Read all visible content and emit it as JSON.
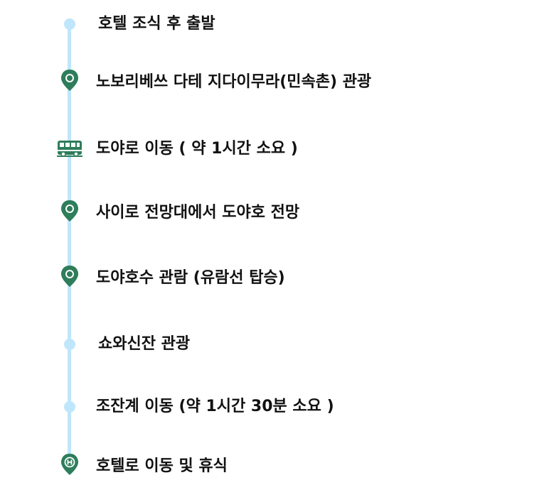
{
  "colors": {
    "rail": "#bfe6fb",
    "marker": "#2e7d5b",
    "text": "#111111"
  },
  "steps": [
    {
      "label": "호텔 조식 후 출발",
      "icon": "dot"
    },
    {
      "label": "노보리베쓰 다테 지다이무라(민속촌) 관광",
      "icon": "map-pin-icon"
    },
    {
      "label": "도야로 이동 ( 약 1시간 소요 )",
      "icon": "bus-icon"
    },
    {
      "label": "사이로 전망대에서 도야호 전망",
      "icon": "map-pin-icon"
    },
    {
      "label": "도야호수 관람 (유람선 탑승)",
      "icon": "map-pin-icon"
    },
    {
      "label": "쇼와신잔 관광",
      "icon": "dot"
    },
    {
      "label": "조잔계 이동 (약 1시간 30분 소요 )",
      "icon": "dot"
    },
    {
      "label": "호텔로 이동 및 휴식",
      "icon": "hotel-pin-icon"
    }
  ]
}
